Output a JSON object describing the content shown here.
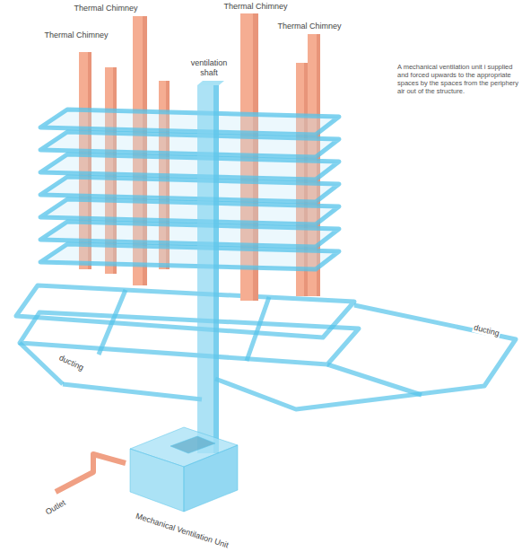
{
  "diagram": {
    "labels": [
      "Thermal Chimney",
      "Thermal Chimney",
      "Thermal Chimney",
      "Thermal Chimney",
      "ventilation shaft",
      "A mechanical ventilation unit i supplied and forced upwards to the appropriate spaces by the spaces from the periphery air out of the structure.",
      "ducting",
      "ducting",
      "Outlet",
      "Mechanical Ventilation Unit"
    ]
  }
}
